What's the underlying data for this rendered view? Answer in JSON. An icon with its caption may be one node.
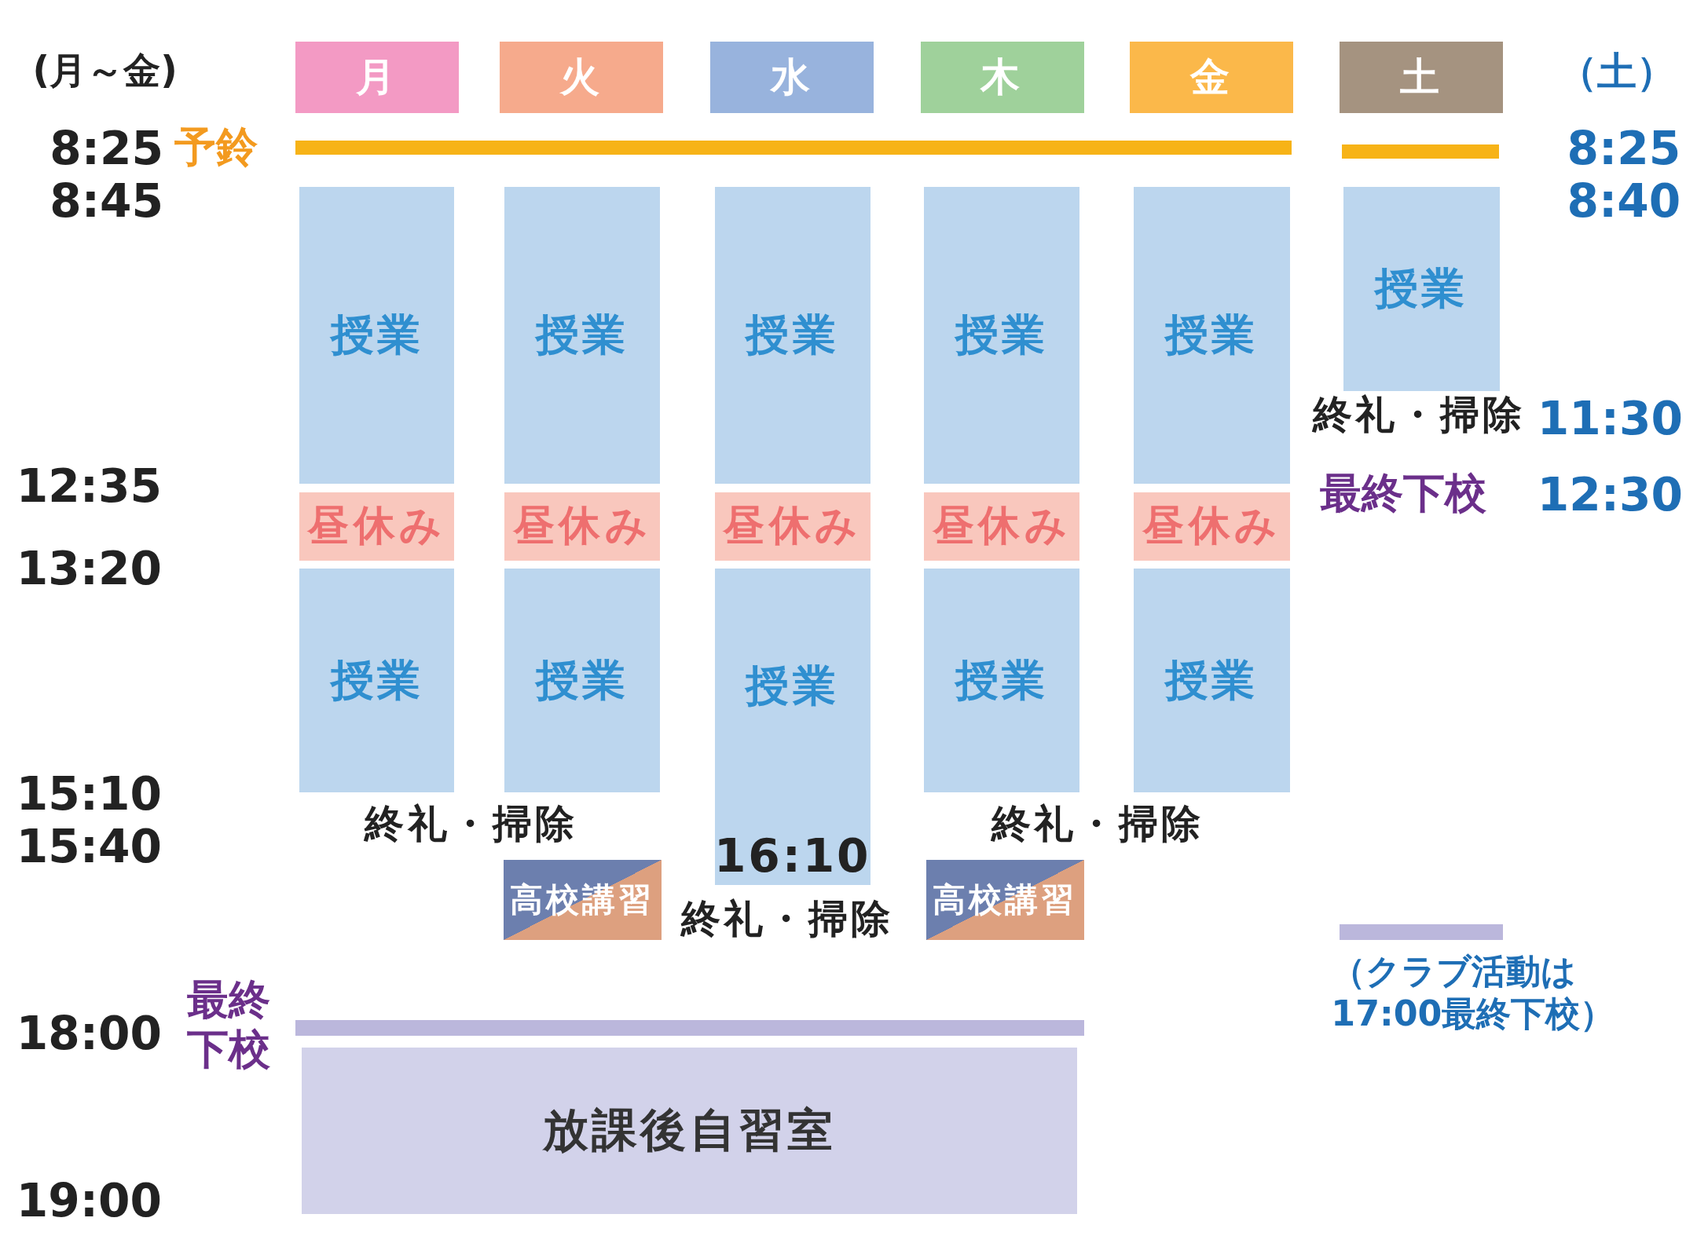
{
  "diagram": {
    "nodes": [
      {
        "text": [
          "月"
        ]
      },
      {
        "text": [
          "火"
        ]
      },
      {
        "text": [
          "水"
        ]
      },
      {
        "text": [
          "木"
        ]
      },
      {
        "text": [
          "金"
        ]
      },
      {
        "text": [
          "土"
        ]
      },
      {
        "text": [],
        "shape": "bar"
      },
      {
        "text": [],
        "shape": "bar"
      },
      {
        "text": [
          "授業"
        ]
      },
      {
        "text": [
          "授業"
        ]
      },
      {
        "text": [
          "授業"
        ]
      },
      {
        "text": [
          "授業"
        ]
      },
      {
        "text": [
          "授業"
        ]
      },
      {
        "text": [
          "授業"
        ]
      },
      {
        "text": [
          "昼休み"
        ]
      },
      {
        "text": [
          "昼休み"
        ]
      },
      {
        "text": [
          "昼休み"
        ]
      },
      {
        "text": [
          "昼休み"
        ]
      },
      {
        "text": [
          "昼休み"
        ]
      },
      {
        "text": [
          "授業"
        ]
      },
      {
        "text": [
          "授業"
        ]
      },
      {
        "text": [
          "授業",
          "16:10"
        ]
      },
      {
        "text": [
          "授業"
        ]
      },
      {
        "text": [
          "授業"
        ]
      },
      {
        "text": [
          "高校講習"
        ]
      },
      {
        "text": [
          "高校講習"
        ]
      },
      {
        "text": [],
        "shape": "bar"
      },
      {
        "text": [],
        "shape": "bar"
      },
      {
        "text": [
          "放課後自習室"
        ]
      }
    ],
    "labels": [
      "(月～金)",
      "8:25",
      "予鈴",
      "8:45",
      "（土）",
      "8:25",
      "8:40",
      "終礼・掃除",
      "11:30",
      "12:35",
      "最終下校",
      "12:30",
      "13:20",
      "15:10",
      "終礼・掃除",
      "終礼・掃除",
      "15:40",
      "終礼・掃除",
      "最終下校",
      "18:00",
      "（クラブ活動は17:00最終下校）",
      "19:00"
    ]
  }
}
